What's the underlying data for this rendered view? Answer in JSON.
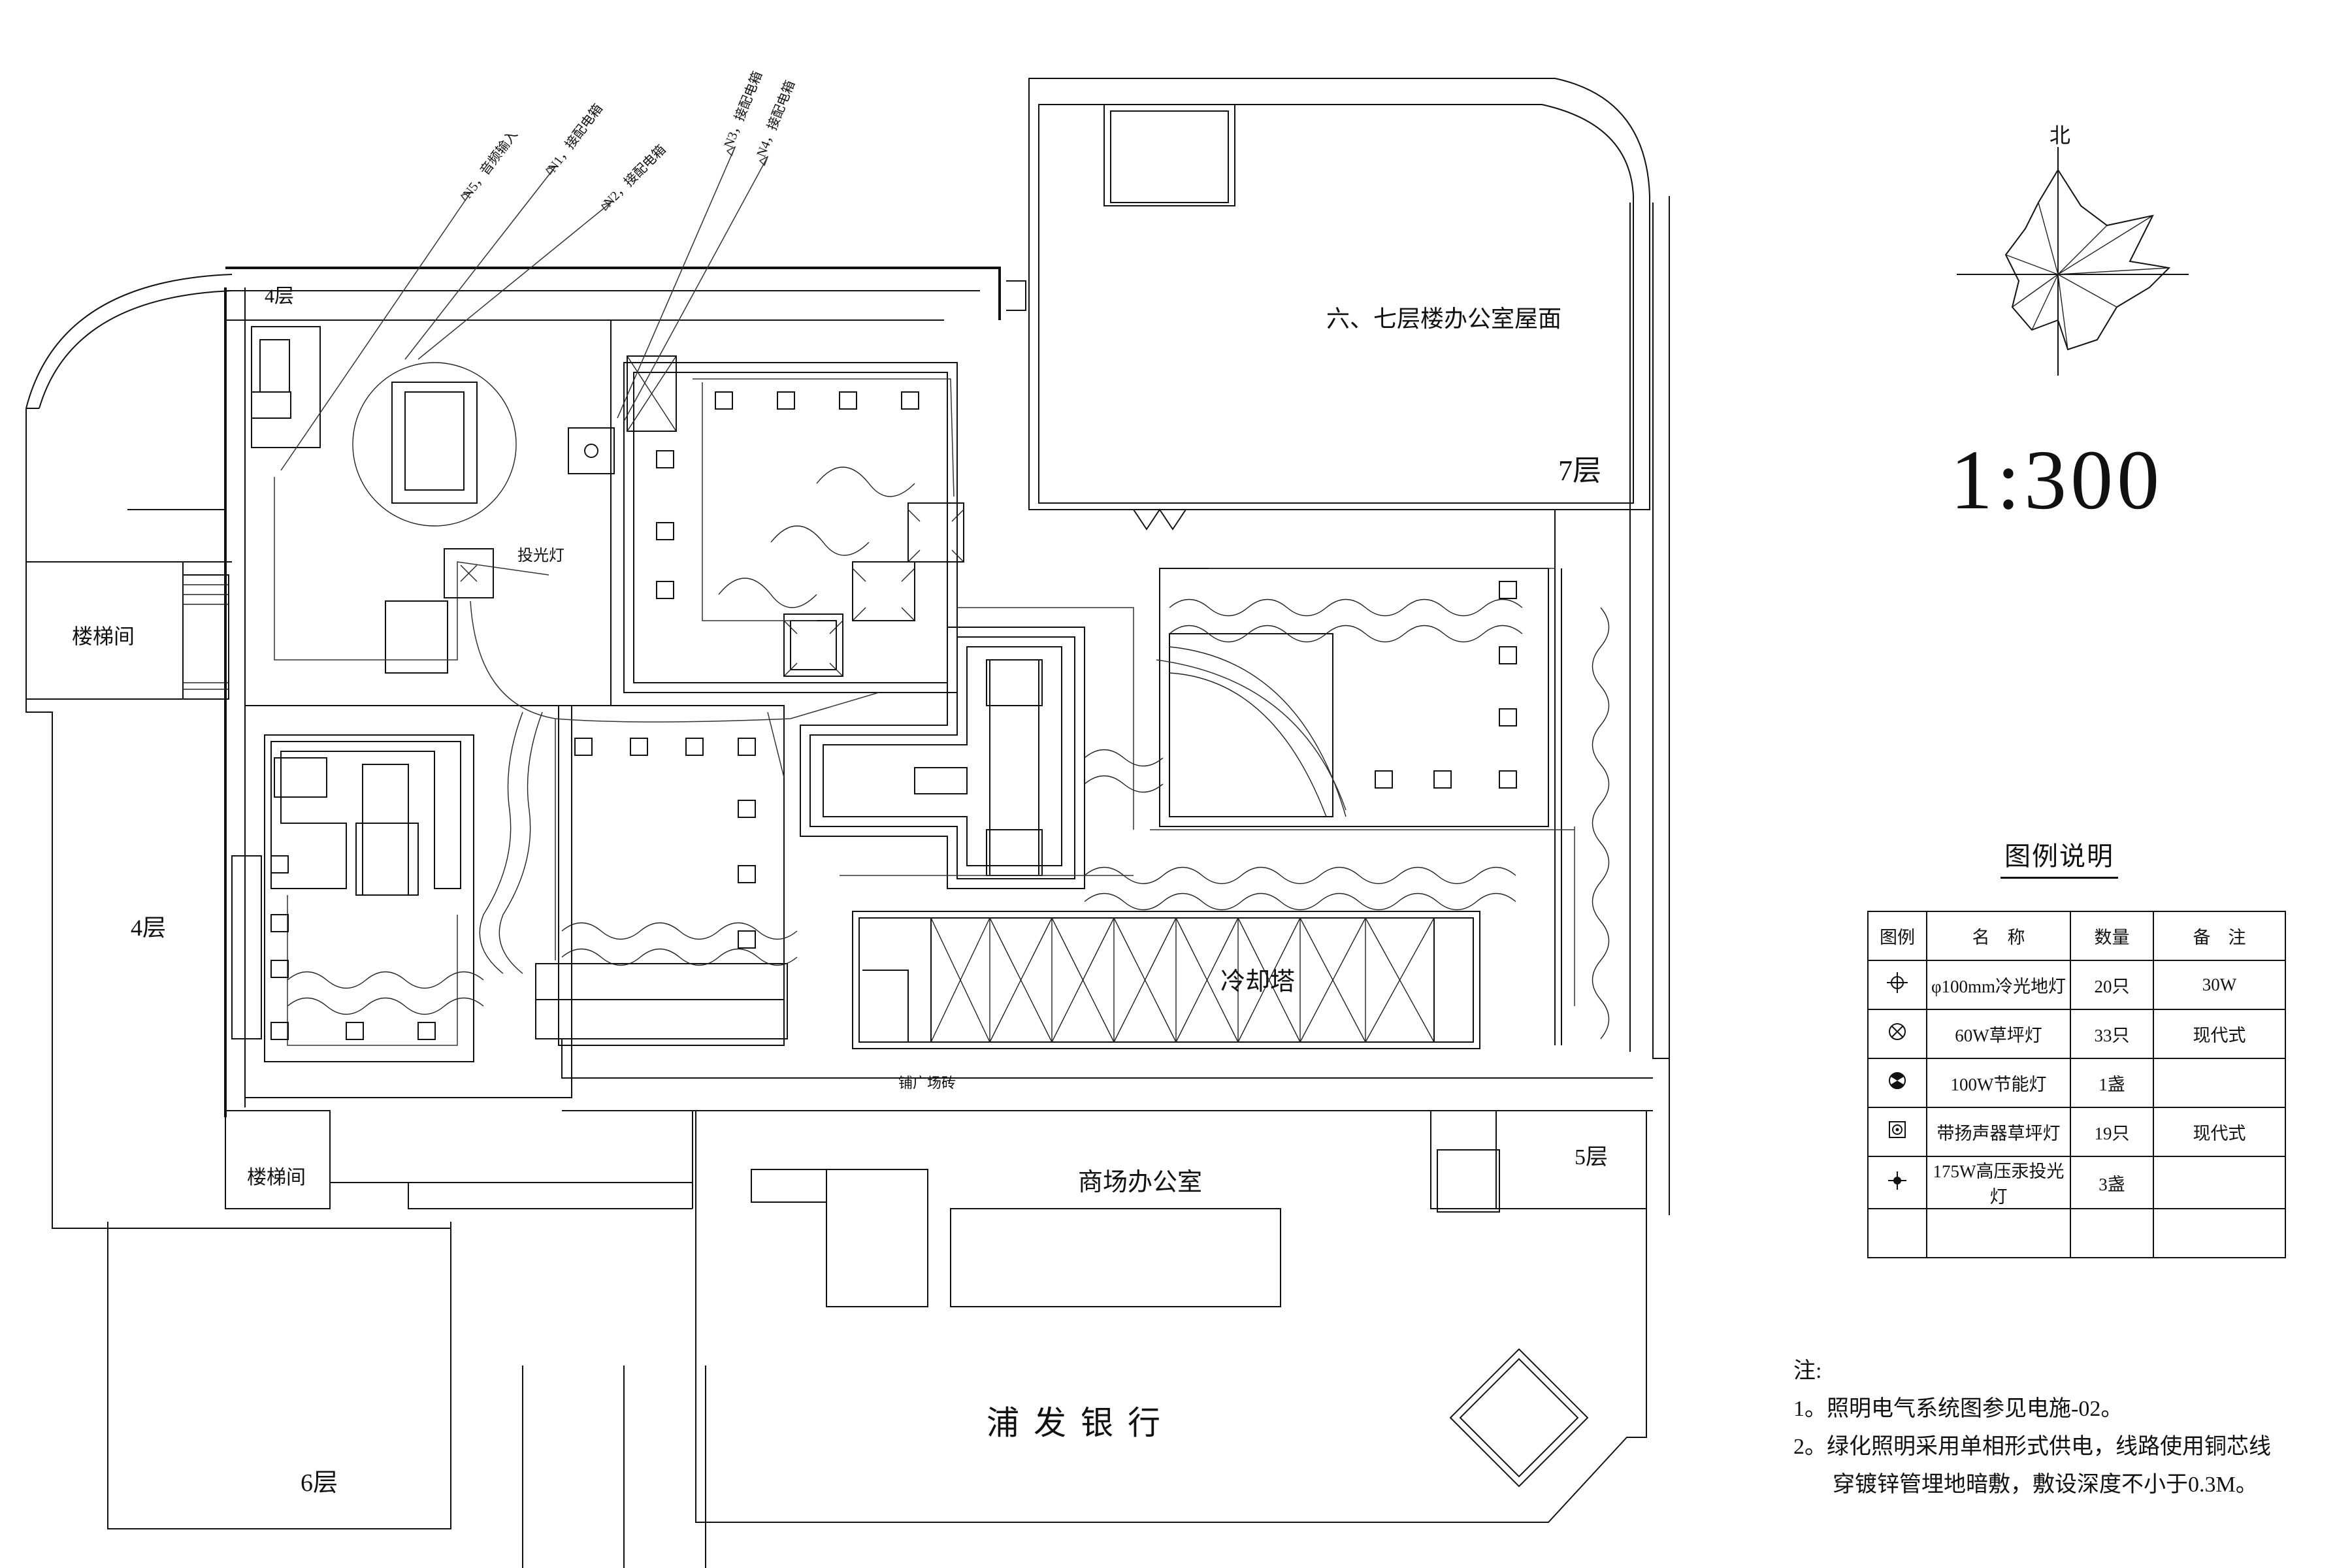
{
  "plan": {
    "floor_labels": {
      "f4_top": "4层",
      "f4_left": "4层",
      "f5": "5层",
      "f6": "6层",
      "f7": "7层"
    },
    "rooms": {
      "stair_upper": "楼梯间",
      "stair_lower": "楼梯间",
      "office_roof": "六、七层楼办公室屋面",
      "cooling_tower": "冷却塔",
      "mall_office": "商场办公室",
      "bank": "浦发银行",
      "paving": "铺广场砖",
      "floodlight": "投光灯"
    },
    "circuits": [
      "N5，音频输入",
      "N1，接配电箱",
      "N2，接配电箱",
      "N3，接配电箱",
      "N4，接配电箱"
    ]
  },
  "compass": {
    "north_label": "北"
  },
  "scale": "1:300",
  "legend": {
    "title": "图例说明",
    "headers": [
      "图例",
      "名　称",
      "数量",
      "备　注"
    ],
    "rows": [
      {
        "symbol": "floor-light-icon",
        "name": "φ100mm冷光地灯",
        "qty": "20只",
        "note": "30W"
      },
      {
        "symbol": "lawn-light-icon",
        "name": "60W草坪灯",
        "qty": "33只",
        "note": "现代式"
      },
      {
        "symbol": "energy-saving-light-icon",
        "name": "100W节能灯",
        "qty": "1盏",
        "note": ""
      },
      {
        "symbol": "speaker-lawn-light-icon",
        "name": "带扬声器草坪灯",
        "qty": "19只",
        "note": "现代式"
      },
      {
        "symbol": "mercury-floodlight-icon",
        "name": "175W高压汞投光灯",
        "qty": "3盏",
        "note": ""
      },
      {
        "symbol": "",
        "name": "",
        "qty": "",
        "note": ""
      }
    ]
  },
  "notes": {
    "heading": "注:",
    "items": [
      "1。照明电气系统图参见电施-02。",
      "2。绿化照明采用单相形式供电，线路使用铜芯线",
      "穿镀锌管埋地暗敷，敷设深度不小于0.3M。"
    ]
  }
}
